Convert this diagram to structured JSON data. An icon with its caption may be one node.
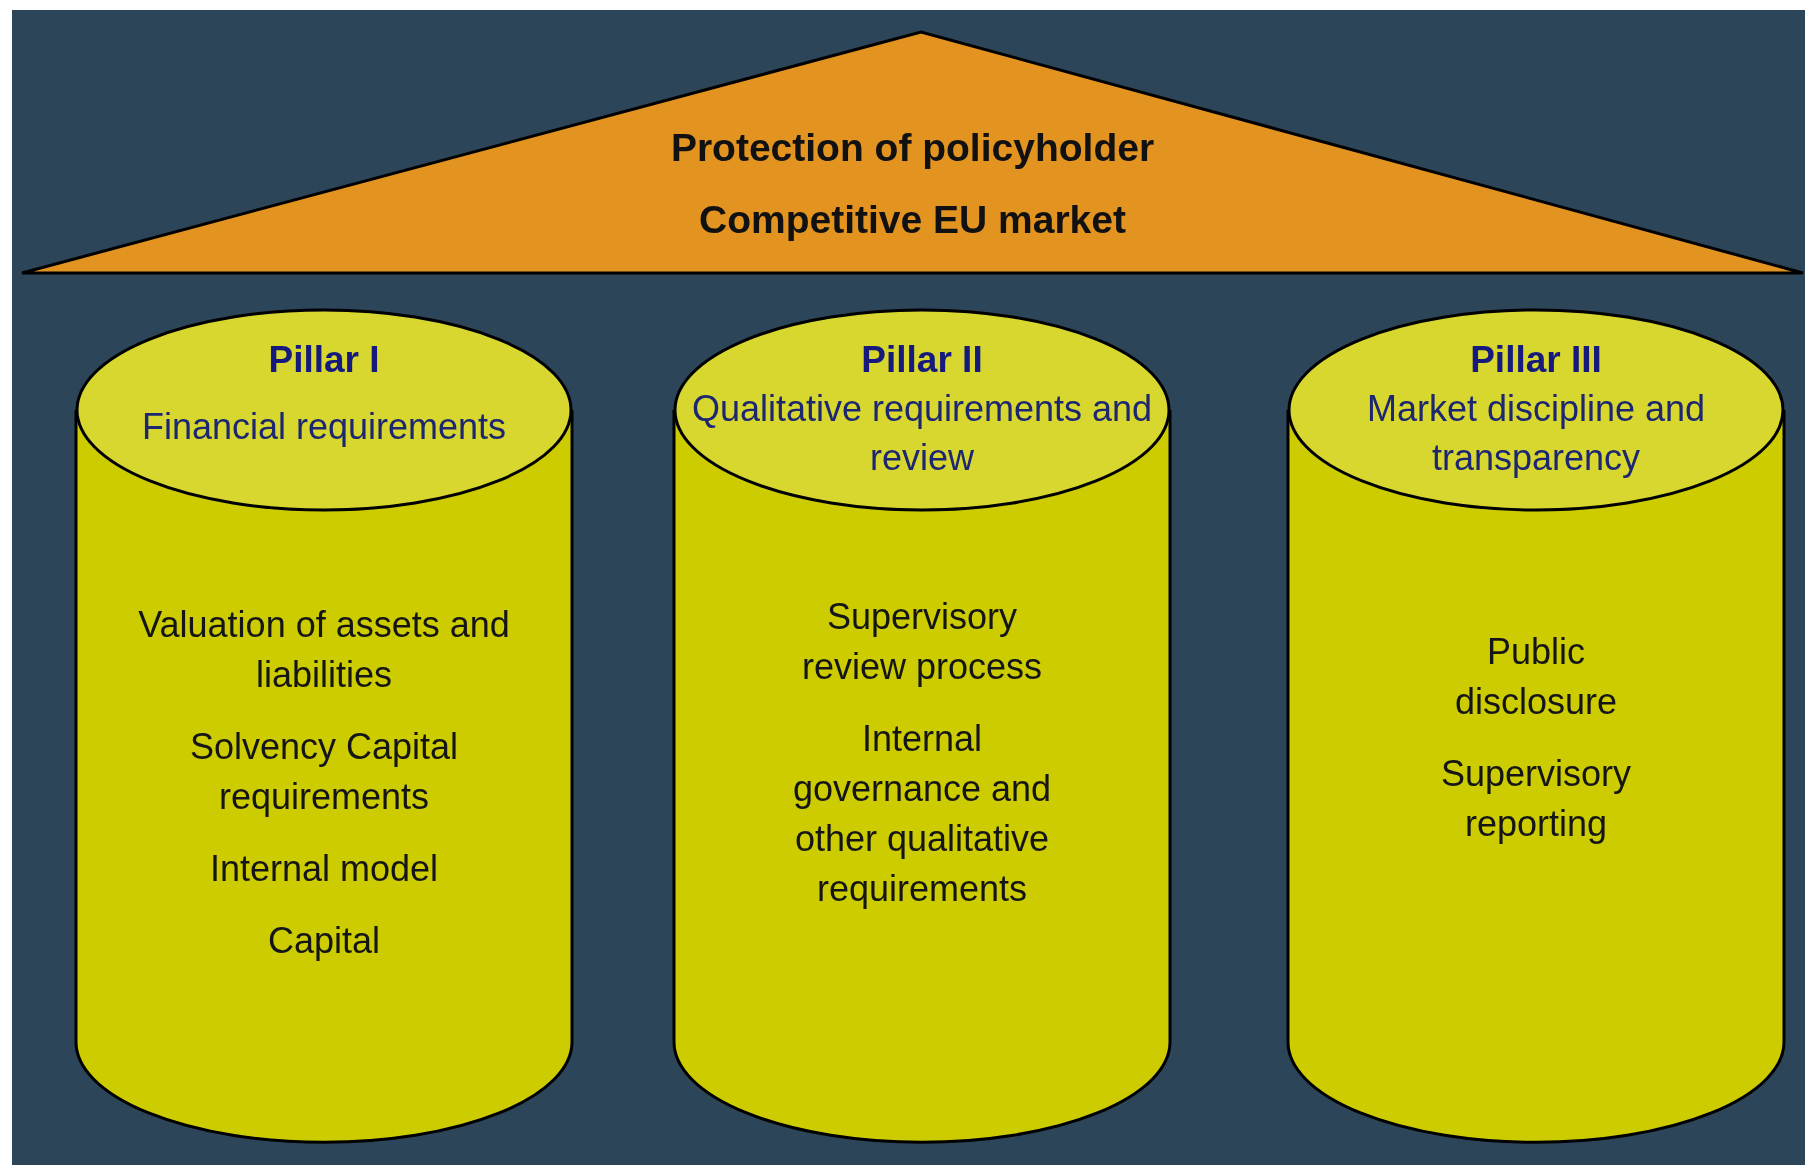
{
  "diagram": {
    "nodes": [
      {
        "text": [
          "Protection of policyholder",
          "Competitive EU market"
        ]
      },
      {
        "text": [
          "Pillar I",
          "Financial requirements",
          "Valuation of assets and liabilities",
          "Solvency Capital requirements",
          "Internal model",
          "Capital"
        ]
      },
      {
        "text": [
          "Pillar II",
          "Qualitative requirements and review",
          "Supervisory review process",
          "Internal governance and other qualitative requirements"
        ]
      },
      {
        "text": [
          "Pillar III",
          "Market discipline and transparency",
          "Public disclosure",
          "Supervisory reporting"
        ]
      }
    ]
  }
}
